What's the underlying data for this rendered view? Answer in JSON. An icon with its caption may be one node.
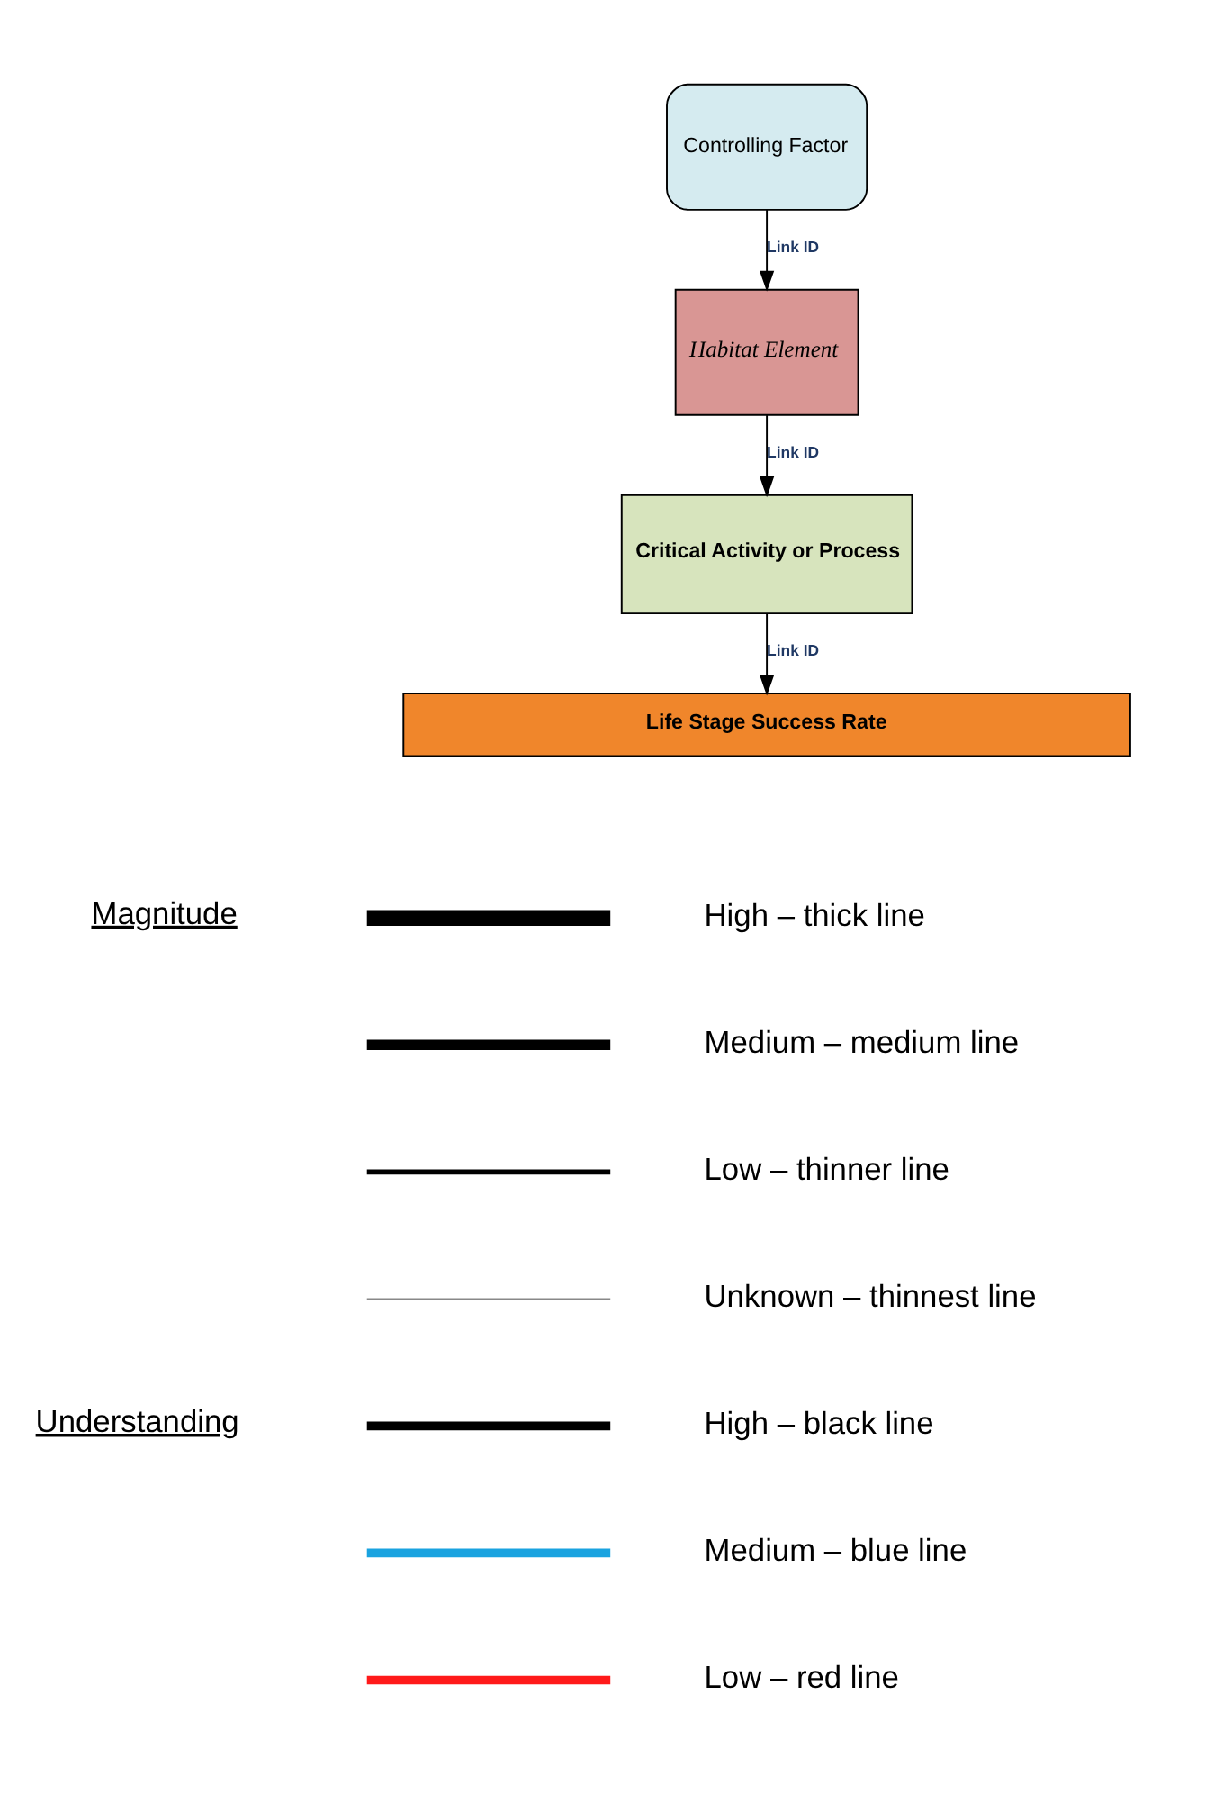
{
  "diagram": {
    "nodes": [
      {
        "text": [
          "Controlling Factor"
        ]
      },
      {
        "text": [
          "Habitat Element"
        ]
      },
      {
        "text": [
          "Critical Activity or Process"
        ]
      },
      {
        "text": [
          "Life Stage Success Rate"
        ]
      }
    ],
    "edges": [
      {
        "from": 0,
        "to": 1,
        "arrow": "to",
        "label": "Link ID"
      },
      {
        "from": 1,
        "to": 2,
        "arrow": "to",
        "label": "Link ID"
      },
      {
        "from": 2,
        "to": 3,
        "arrow": "to",
        "label": "Link ID"
      }
    ],
    "labels": [
      "Magnitude",
      "Understanding"
    ],
    "legend": [
      {
        "text": "High – thick line"
      },
      {
        "text": "Medium – medium line"
      },
      {
        "text": "Low – thinner line"
      },
      {
        "text": "Unknown – thinnest line"
      },
      {
        "text": "High – black line"
      },
      {
        "text": "Medium – blue line"
      },
      {
        "text": "Low – red line"
      }
    ]
  }
}
